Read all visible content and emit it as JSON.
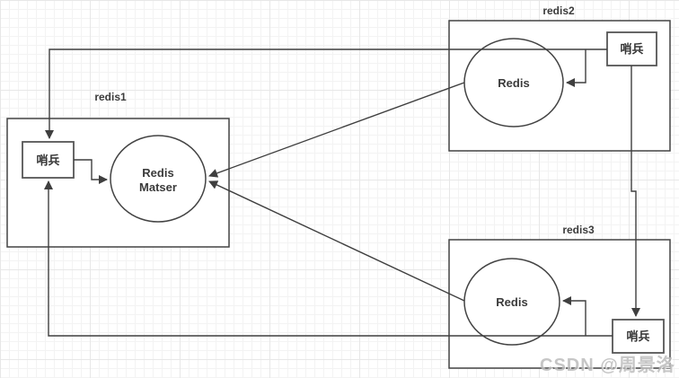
{
  "colors": {
    "line": "#3f3f3f",
    "shape_fill": "#ffffff",
    "text": "#3b3b3b",
    "watermark_text": "#bdbdbd"
  },
  "nodes": {
    "redis1": {
      "title": "redis1",
      "sentinel": "哨兵",
      "circle_line1": "Redis",
      "circle_line2": "Matser"
    },
    "redis2": {
      "title": "redis2",
      "sentinel": "哨兵",
      "circle": "Redis"
    },
    "redis3": {
      "title": "redis3",
      "sentinel": "哨兵",
      "circle": "Redis"
    }
  },
  "watermark": "CSDN @周景洛"
}
